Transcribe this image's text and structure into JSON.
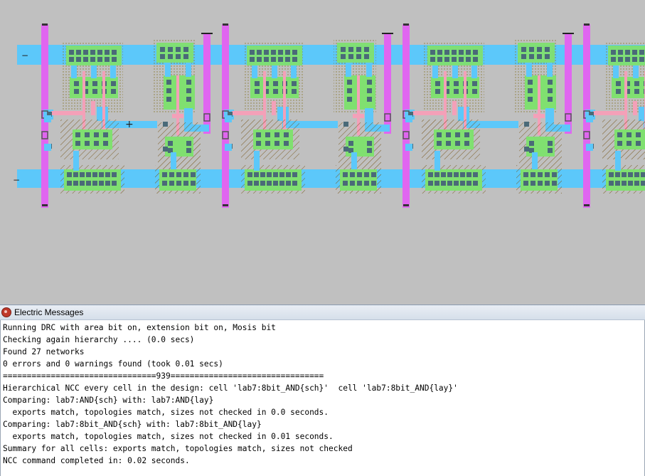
{
  "canvas": {
    "colors": {
      "background": "#c0c0c0",
      "metal1": "#5cc8fa",
      "metal2": "#e066f0",
      "poly": "#f4a0b8",
      "active": "#80e070",
      "contact": "#4a6a78",
      "nselect": "#c8b860",
      "pselect": "#806020"
    },
    "markers": {
      "minus": "−",
      "crosshair": "+"
    }
  },
  "messages": {
    "title": "Electric Messages",
    "lines": [
      "Running DRC with area bit on, extension bit on, Mosis bit",
      "Checking again hierarchy .... (0.0 secs)",
      "Found 27 networks",
      "0 errors and 0 warnings found (took 0.01 secs)",
      "================================939================================",
      "Hierarchical NCC every cell in the design: cell 'lab7:8bit_AND{sch}'  cell 'lab7:8bit_AND{lay}'",
      "Comparing: lab7:AND{sch} with: lab7:AND{lay}",
      "  exports match, topologies match, sizes not checked in 0.0 seconds.",
      "Comparing: lab7:8bit_AND{sch} with: lab7:8bit_AND{lay}",
      "  exports match, topologies match, sizes not checked in 0.01 seconds.",
      "Summary for all cells: exports match, topologies match, sizes not checked",
      "NCC command completed in: 0.02 seconds."
    ]
  }
}
